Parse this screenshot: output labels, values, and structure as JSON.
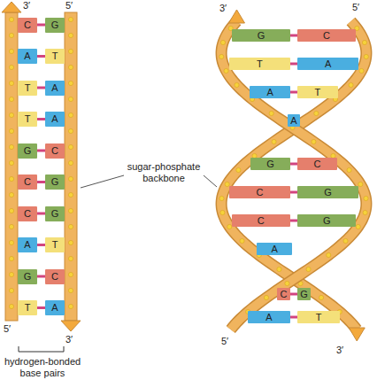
{
  "diagram": {
    "nodes": [
      {
        "text": [
          "C"
        ]
      },
      {
        "text": [
          "G"
        ]
      },
      {
        "text": [
          "A"
        ]
      },
      {
        "text": [
          "T"
        ]
      },
      {
        "text": [
          "T"
        ]
      },
      {
        "text": [
          "A"
        ]
      },
      {
        "text": [
          "T"
        ]
      },
      {
        "text": [
          "A"
        ]
      },
      {
        "text": [
          "G"
        ]
      },
      {
        "text": [
          "C"
        ]
      },
      {
        "text": [
          "C"
        ]
      },
      {
        "text": [
          "G"
        ]
      },
      {
        "text": [
          "C"
        ]
      },
      {
        "text": [
          "G"
        ]
      },
      {
        "text": [
          "A"
        ]
      },
      {
        "text": [
          "T"
        ]
      },
      {
        "text": [
          "G"
        ]
      },
      {
        "text": [
          "C"
        ]
      },
      {
        "text": [
          "T"
        ]
      },
      {
        "text": [
          "A"
        ]
      },
      {
        "text": [
          "G"
        ]
      },
      {
        "text": [
          "C"
        ]
      },
      {
        "text": [
          "T"
        ]
      },
      {
        "text": [
          "A"
        ]
      },
      {
        "text": [
          "A"
        ]
      },
      {
        "text": [
          "T"
        ]
      },
      {
        "text": [
          "A"
        ]
      },
      {
        "text": [
          "G"
        ]
      },
      {
        "text": [
          "C"
        ]
      },
      {
        "text": [
          "C"
        ]
      },
      {
        "text": [
          "G"
        ]
      },
      {
        "text": [
          "C"
        ]
      },
      {
        "text": [
          "G"
        ]
      },
      {
        "text": [
          "A"
        ]
      },
      {
        "text": [
          "C"
        ]
      },
      {
        "text": [
          "G"
        ]
      },
      {
        "text": [
          "A"
        ]
      },
      {
        "text": [
          "T"
        ]
      }
    ],
    "edges": [
      {
        "from": 0,
        "to": 1,
        "arrow": "none"
      },
      {
        "from": 2,
        "to": 3,
        "arrow": "none"
      },
      {
        "from": 4,
        "to": 5,
        "arrow": "none"
      },
      {
        "from": 6,
        "to": 7,
        "arrow": "none"
      },
      {
        "from": 8,
        "to": 9,
        "arrow": "none"
      },
      {
        "from": 10,
        "to": 11,
        "arrow": "none"
      },
      {
        "from": 12,
        "to": 13,
        "arrow": "none"
      },
      {
        "from": 14,
        "to": 15,
        "arrow": "none"
      },
      {
        "from": 16,
        "to": 17,
        "arrow": "none"
      },
      {
        "from": 18,
        "to": 19,
        "arrow": "none"
      },
      {
        "from": 20,
        "to": 21,
        "arrow": "none"
      },
      {
        "from": 22,
        "to": 23,
        "arrow": "none"
      },
      {
        "from": 24,
        "to": 25,
        "arrow": "none"
      },
      {
        "from": 27,
        "to": 28,
        "arrow": "none"
      },
      {
        "from": 29,
        "to": 30,
        "arrow": "none"
      },
      {
        "from": 31,
        "to": 32,
        "arrow": "none"
      },
      {
        "from": 34,
        "to": 35,
        "arrow": "none"
      },
      {
        "from": 36,
        "to": 37,
        "arrow": "none"
      }
    ],
    "labels": [
      "3′",
      "5′",
      "5′",
      "3′",
      "3′",
      "5′",
      "5′",
      "3′",
      "sugar-phosphate backbone",
      "hydrogen-bonded base pairs"
    ]
  }
}
